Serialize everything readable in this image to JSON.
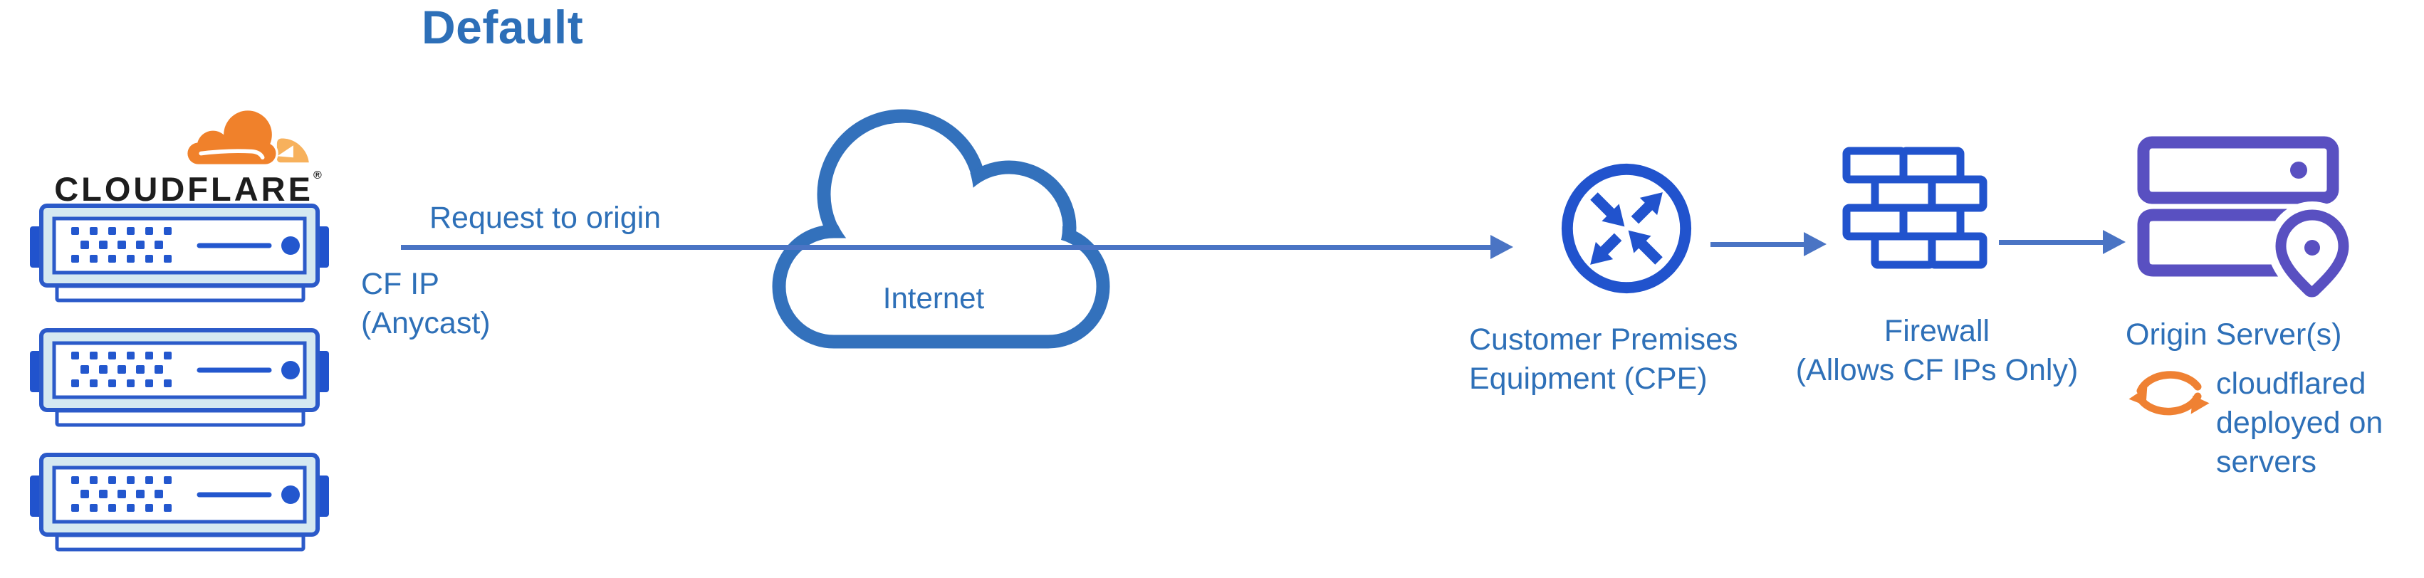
{
  "title": "Default",
  "logo": {
    "brand": "CLOUDFLARE",
    "registered": "®"
  },
  "flow": {
    "request_label": "Request to origin",
    "cf_ip_line1": "CF IP",
    "cf_ip_line2": "(Anycast)",
    "internet_label": "Internet",
    "cpe_label": "Customer Premises Equipment (CPE)",
    "firewall_name": "Firewall",
    "firewall_qualifier": "(Allows CF IPs Only)",
    "origin_label": "Origin Server(s)",
    "cloudflared_note": "cloudflared deployed on servers"
  },
  "icons": {
    "cloudflare-logo-icon": "orange two-tone cloud",
    "server-rack-icon": "blue edge server appliance, stacked x3",
    "internet-cloud-icon": "blue outlined cloud",
    "cpe-router-icon": "blue circle with four diagonal arrows",
    "firewall-icon": "blue brick wall",
    "origin-server-icon": "purple server racks with location pin",
    "sync-arrows-icon": "orange circular refresh arrows"
  },
  "colors": {
    "text_blue": "#2e70b8",
    "icon_blue": "#2153cd",
    "server_stroke_blue": "#2b5ac9",
    "server_fill": "#d5e9f1",
    "arrow_blue": "#4a74c4",
    "cloud_outline_blue": "#3371bc",
    "origin_purple": "#5950c1",
    "cf_orange": "#f0812b",
    "cf_orange_light": "#f7b15c",
    "brand_black": "#1d1d1d"
  }
}
